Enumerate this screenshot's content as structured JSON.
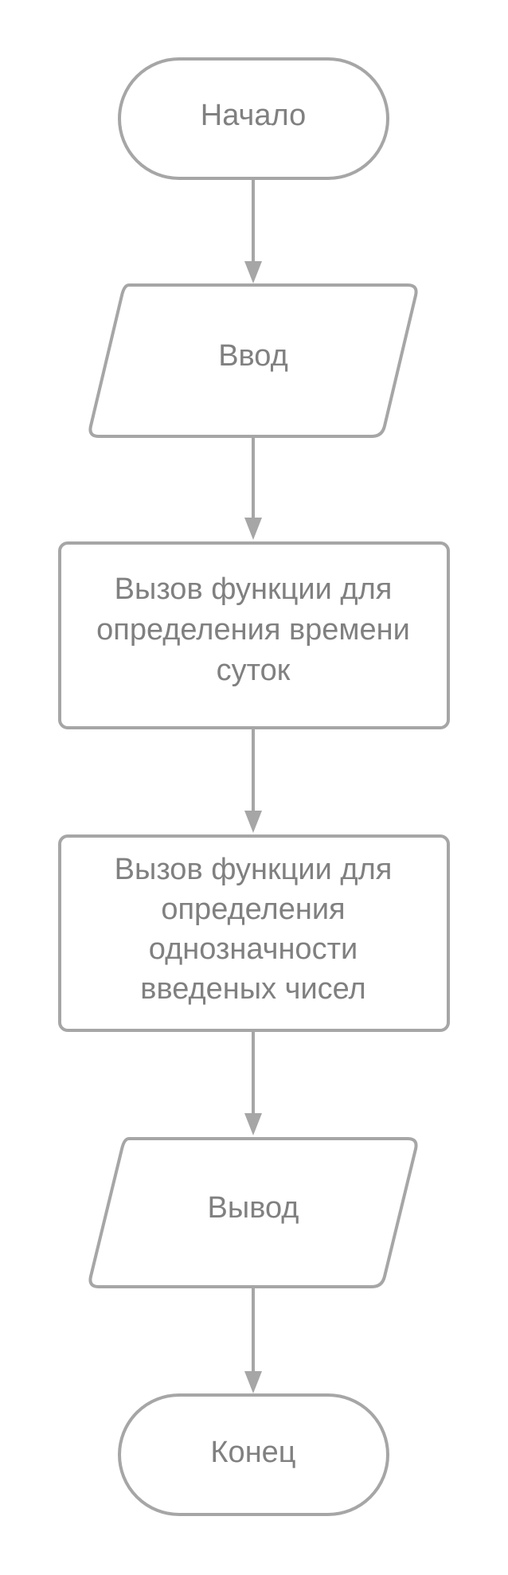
{
  "colors": {
    "stroke": "#a6a6a6",
    "text": "#808080",
    "background": "#ffffff"
  },
  "nodes": [
    {
      "id": "start",
      "type": "terminator",
      "lines": [
        "Начало"
      ]
    },
    {
      "id": "input",
      "type": "io",
      "lines": [
        "Ввод"
      ]
    },
    {
      "id": "time-of-day",
      "type": "process",
      "lines": [
        "Вызов функции для",
        "определения времени",
        "суток"
      ]
    },
    {
      "id": "uniqueness",
      "type": "process",
      "lines": [
        "Вызов функции для",
        "определения",
        "однозначности",
        "введеных чисел"
      ]
    },
    {
      "id": "output",
      "type": "io",
      "lines": [
        "Вывод"
      ]
    },
    {
      "id": "end",
      "type": "terminator",
      "lines": [
        "Конец"
      ]
    }
  ]
}
